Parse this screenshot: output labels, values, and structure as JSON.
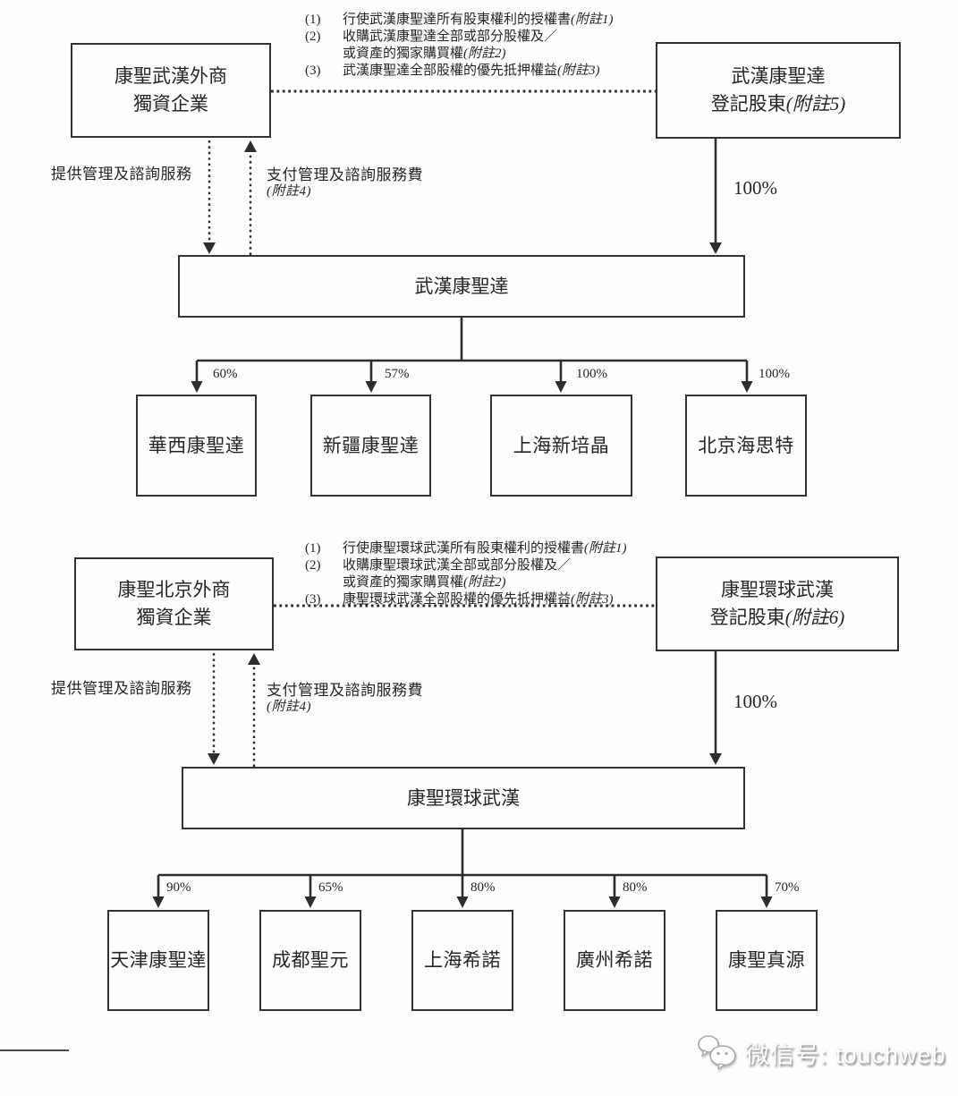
{
  "watermark": {
    "icon": "wechat-icon",
    "text": "微信号: touchweb"
  },
  "sections": [
    {
      "wfoe": {
        "line1": "康聖武漢外商",
        "line2": "獨資企業"
      },
      "registered_shareholder": {
        "line1": "武漢康聖達",
        "line2": "登記股東",
        "line2_ref": "(附註5)"
      },
      "agreement_notes": [
        {
          "num": "(1)",
          "text": "行使武漢康聖達所有股東權利的授權書",
          "ref": "(附註1)"
        },
        {
          "num": "(2)",
          "text": "收購武漢康聖達全部或部分股權及／",
          "text2": "或資產的獨家購買權",
          "ref": "(附註2)"
        },
        {
          "num": "(3)",
          "text": "武漢康聖達全部股權的優先抵押權益",
          "ref": "(附註3)"
        }
      ],
      "provide_services_label": "提供管理及諮詢服務",
      "pay_fees_label": "支付管理及諮詢服務費",
      "pay_fees_ref": "(附註4)",
      "shareholding": "100%",
      "company": "武漢康聖達",
      "subsidiaries": [
        {
          "name": "華西康聖達",
          "pct": "60%"
        },
        {
          "name": "新疆康聖達",
          "pct": "57%"
        },
        {
          "name": "上海新培晶",
          "pct": "100%"
        },
        {
          "name": "北京海思特",
          "pct": "100%"
        }
      ]
    },
    {
      "wfoe": {
        "line1": "康聖北京外商",
        "line2": "獨資企業"
      },
      "registered_shareholder": {
        "line1": "康聖環球武漢",
        "line2": "登記股東",
        "line2_ref": "(附註6)"
      },
      "agreement_notes": [
        {
          "num": "(1)",
          "text": "行使康聖環球武漢所有股東權利的授權書",
          "ref": "(附註1)"
        },
        {
          "num": "(2)",
          "text": "收購康聖環球武漢全部或部分股權及／",
          "text2": "或資產的獨家購買權",
          "ref": "(附註2)"
        },
        {
          "num": "(3)",
          "text": "康聖環球武漢全部股權的優先抵押權益",
          "ref": "(附註3)"
        }
      ],
      "provide_services_label": "提供管理及諮詢服務",
      "pay_fees_label": "支付管理及諮詢服務費",
      "pay_fees_ref": "(附註4)",
      "shareholding": "100%",
      "company": "康聖環球武漢",
      "subsidiaries": [
        {
          "name": "天津康聖達",
          "pct": "90%"
        },
        {
          "name": "成都聖元",
          "pct": "65%"
        },
        {
          "name": "上海希諾",
          "pct": "80%"
        },
        {
          "name": "廣州希諾",
          "pct": "80%"
        },
        {
          "name": "康聖真源",
          "pct": "70%"
        }
      ]
    }
  ]
}
